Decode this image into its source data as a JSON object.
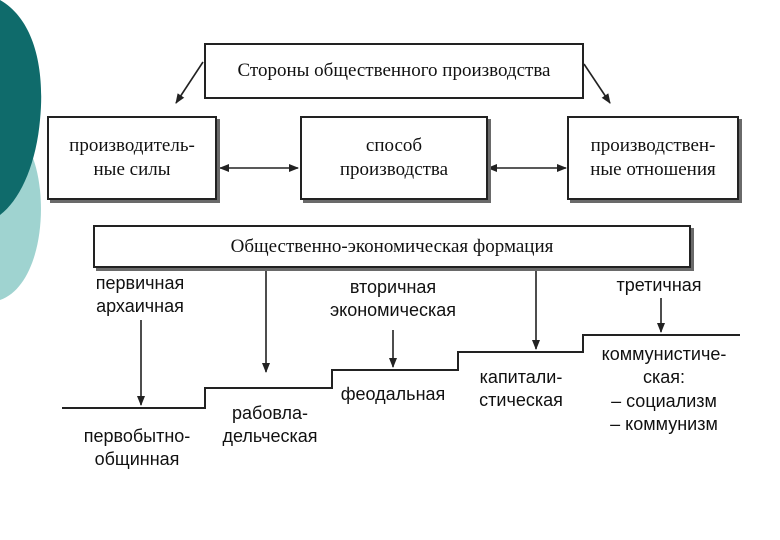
{
  "header": {
    "title": "Стороны общественного производства"
  },
  "aspects": {
    "left": "производитель-\nные силы",
    "center": "способ\nпроизводства",
    "right": "производствен-\nные отношения"
  },
  "formation": {
    "title": "Общественно-экономическая формация"
  },
  "stages": {
    "primary": "первичная\nархаичная",
    "secondary": "вторичная\nэкономическая",
    "tertiary": "третичная"
  },
  "formations": {
    "primitive": "первобытно-\nобщинная",
    "slave": "рабовла-\nдельческая",
    "feudal": "феодальная",
    "capitalist": "капитали-\nстическая",
    "communist": "коммунистиче-\nская:\n– социализм\n– коммунизм"
  },
  "colors": {
    "teal_dark": "#0f6b6b",
    "teal_light": "#9fd3d0"
  }
}
